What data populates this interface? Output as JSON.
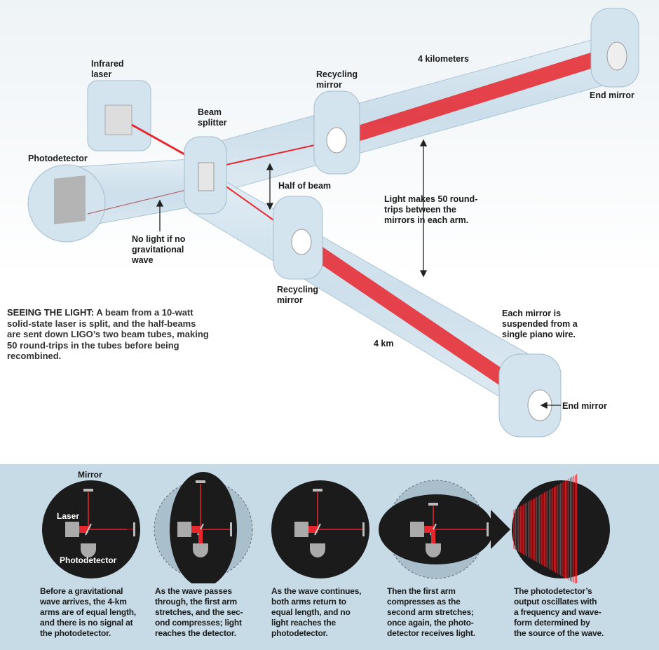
{
  "labels": {
    "infrared_laser": "Infrared\nlaser",
    "photodetector": "Photodetector",
    "beam_splitter": "Beam\nsplitter",
    "recycling_mirror_top": "Recycling\nmirror",
    "four_kilometers": "4 kilometers",
    "end_mirror_top": "End mirror",
    "half_of_beam": "Half of beam",
    "light_round_trips": "Light makes 50 round-\ntrips between the\nmirrors in each arm.",
    "no_light": "No light if no\ngravitational\nwave",
    "recycling_mirror_bottom": "Recycling\nmirror",
    "each_mirror": "Each mirror is\nsuspended from a\nsingle piano wire.",
    "four_km": "4 km",
    "end_mirror_bottom": "End mirror"
  },
  "caption": {
    "heading": "SEEING THE LIGHT:",
    "text": " A beam from a 10-watt solid-state laser is split, and the half-beams are sent down LIGO’s two beam tubes, making 50 round-trips in the tubes before being recombined."
  },
  "panel": {
    "mirror_top": "Mirror",
    "mirror_right": "Mirror",
    "laser": "Laser",
    "photodetector": "Photodetector",
    "steps": [
      "Before a gravitational\nwave arrives, the 4-km\narms are of equal length,\nand there is no signal at\nthe photodetector.",
      "As the wave passes\nthrough, the first arm\nstretches, and the sec-\nond compresses; light\nreaches the detector.",
      "As the wave continues,\nboth arms return to\nequal length, and no\nlight reaches the\nphotodetector.",
      "Then the first arm\ncompresses as the\nsecond arm stretches;\nonce again, the photo-\ndetector receives light.",
      "The photodetector’s\noutput oscillates with\na frequency and wave-\nform determined by\nthe source of the wave."
    ]
  },
  "colors": {
    "beam": "#e8262e",
    "panel": "#c6dbe5",
    "disc": "#1b1b1b",
    "tube": "#cfe2ee"
  }
}
